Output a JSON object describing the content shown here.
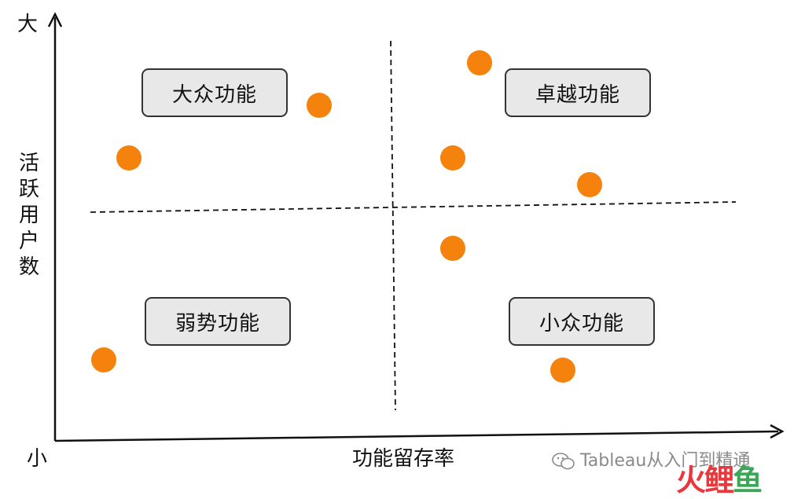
{
  "diagram": {
    "axes": {
      "y_high": "大",
      "y_low": "小",
      "y_title": "活跃用户数",
      "x_title": "功能留存率"
    },
    "quadrants": {
      "top_left": "大众功能",
      "top_right": "卓越功能",
      "bottom_left": "弱势功能",
      "bottom_right": "小众功能"
    },
    "colors": {
      "point": "#f5820d",
      "axis": "#111111",
      "box_fill": "#e8e8e8",
      "box_border": "#333333"
    }
  },
  "watermark": {
    "text": "Tableau从入门到精通",
    "logo_text": "火鲤鱼",
    "logo_colors": [
      "#e8383d",
      "#e8383d",
      "#3aa757"
    ]
  }
}
